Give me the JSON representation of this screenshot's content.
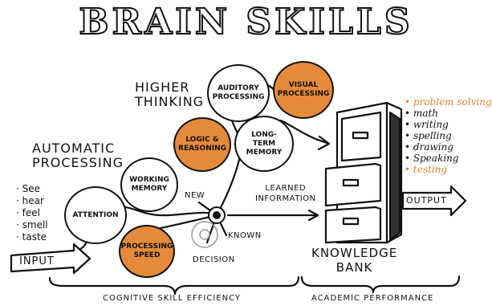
{
  "title": "BRAIN SKILLS",
  "levels": {
    "higher": [
      "HIGHER",
      "THINKING"
    ],
    "automatic": [
      "AUTOMATIC",
      "PROCESSING"
    ]
  },
  "senses": [
    "See",
    "hear",
    "feel",
    "smell",
    "taste"
  ],
  "skills": {
    "attention": [
      "ATTENTION"
    ],
    "working_memory": [
      "WORKING",
      "MEMORY"
    ],
    "processing_speed": [
      "PROCESSING",
      "SPEED"
    ],
    "logic": [
      "LOGIC &",
      "REASONING"
    ],
    "long_term_memory": [
      "LONG-TERM",
      "MEMORY"
    ],
    "auditory": [
      "AUDITORY",
      "PROCESSING"
    ],
    "visual": [
      "VISUAL",
      "PROCESSING"
    ]
  },
  "flow_labels": {
    "input": "INPUT",
    "output": "OUTPUT",
    "new": "NEW",
    "known": "KNOWN",
    "decision": "DECISION",
    "learned": [
      "LEARNED",
      "INFORMATION"
    ]
  },
  "knowledge_bank": [
    "KNOWLEDGE",
    "BANK"
  ],
  "subjects": [
    {
      "text": "problem solving",
      "highlight": true
    },
    {
      "text": "math",
      "highlight": false
    },
    {
      "text": "writing",
      "highlight": false
    },
    {
      "text": "spelling",
      "highlight": false
    },
    {
      "text": "drawing",
      "highlight": false
    },
    {
      "text": "Speaking",
      "highlight": false
    },
    {
      "text": "testing",
      "highlight": true
    }
  ],
  "bottom_labels": {
    "left": "COGNITIVE SKILL EFFICIENCY",
    "right": "ACADEMIC PERFORMANCE"
  },
  "colors": {
    "accent": "#e58a3a",
    "ink": "#111111",
    "paper": "#ffffff"
  }
}
